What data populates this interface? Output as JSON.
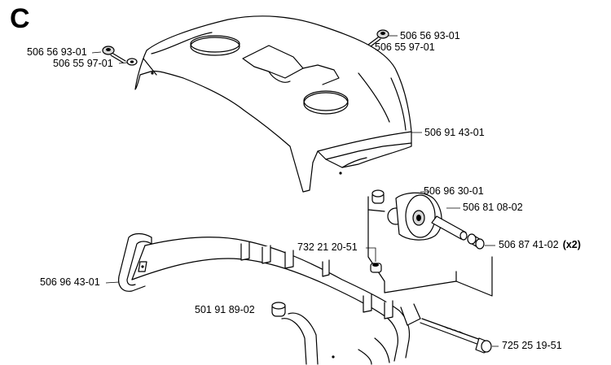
{
  "section_letter": "C",
  "callouts": [
    {
      "id": "bolt-left",
      "part_number": "506 56 93-01",
      "quantity": ""
    },
    {
      "id": "washer-left",
      "part_number": "506 55 97-01",
      "quantity": ""
    },
    {
      "id": "bolt-right",
      "part_number": "506 56 93-01",
      "quantity": ""
    },
    {
      "id": "washer-right",
      "part_number": "506 55 97-01",
      "quantity": ""
    },
    {
      "id": "cover",
      "part_number": "506 91 43-01",
      "quantity": ""
    },
    {
      "id": "wheel",
      "part_number": "506 96 30-01",
      "quantity": ""
    },
    {
      "id": "axle",
      "part_number": "506 81 08-02",
      "quantity": ""
    },
    {
      "id": "bushing",
      "part_number": "506 87 41-02",
      "quantity": "(x2)"
    },
    {
      "id": "nut",
      "part_number": "732 21 20-51",
      "quantity": ""
    },
    {
      "id": "bumper-frame",
      "part_number": "506 96 43-01",
      "quantity": ""
    },
    {
      "id": "end-cap",
      "part_number": "501 91 89-02",
      "quantity": ""
    },
    {
      "id": "long-bolt",
      "part_number": "725 25 19-51",
      "quantity": ""
    }
  ]
}
